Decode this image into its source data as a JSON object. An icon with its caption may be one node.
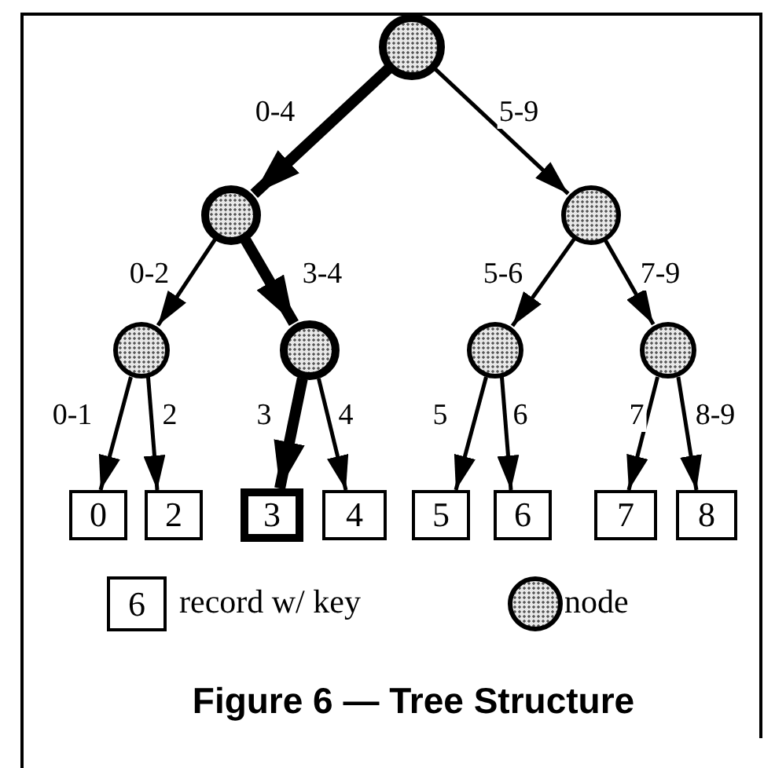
{
  "diagram": {
    "caption": "Figure 6 — Tree Structure",
    "nodes": [
      {
        "text": [],
        "shape": "circle"
      },
      {
        "text": [],
        "shape": "circle"
      },
      {
        "text": [],
        "shape": "circle"
      },
      {
        "text": [],
        "shape": "circle"
      },
      {
        "text": [],
        "shape": "circle"
      },
      {
        "text": [],
        "shape": "circle"
      },
      {
        "text": [],
        "shape": "circle"
      },
      {
        "text": [
          "0"
        ]
      },
      {
        "text": [
          "2"
        ]
      },
      {
        "text": [
          "3"
        ]
      },
      {
        "text": [
          "4"
        ]
      },
      {
        "text": [
          "5"
        ]
      },
      {
        "text": [
          "6"
        ]
      },
      {
        "text": [
          "7"
        ]
      },
      {
        "text": [
          "8"
        ]
      }
    ],
    "edges": [
      {
        "from": 0,
        "to": 1,
        "arrow": "to",
        "label": "0-4",
        "style": "thick"
      },
      {
        "from": 0,
        "to": 2,
        "arrow": "to",
        "label": "5-9"
      },
      {
        "from": 1,
        "to": 3,
        "arrow": "to",
        "label": "0-2"
      },
      {
        "from": 1,
        "to": 4,
        "arrow": "to",
        "label": "3-4",
        "style": "thick"
      },
      {
        "from": 2,
        "to": 5,
        "arrow": "to",
        "label": "5-6"
      },
      {
        "from": 2,
        "to": 6,
        "arrow": "to",
        "label": "7-9"
      },
      {
        "from": 3,
        "to": 7,
        "arrow": "to",
        "label": "0-1"
      },
      {
        "from": 3,
        "to": 8,
        "arrow": "to",
        "label": "2"
      },
      {
        "from": 4,
        "to": 9,
        "arrow": "to",
        "label": "3",
        "style": "thick"
      },
      {
        "from": 4,
        "to": 10,
        "arrow": "to",
        "label": "4"
      },
      {
        "from": 5,
        "to": 11,
        "arrow": "to",
        "label": "5"
      },
      {
        "from": 5,
        "to": 12,
        "arrow": "to",
        "label": "6"
      },
      {
        "from": 6,
        "to": 13,
        "arrow": "to",
        "label": "7"
      },
      {
        "from": 6,
        "to": 14,
        "arrow": "to",
        "label": "8-9"
      }
    ],
    "labels": [
      "6"
    ],
    "legend": [
      {
        "text": "record w/ key"
      },
      {
        "text": "node"
      }
    ]
  }
}
